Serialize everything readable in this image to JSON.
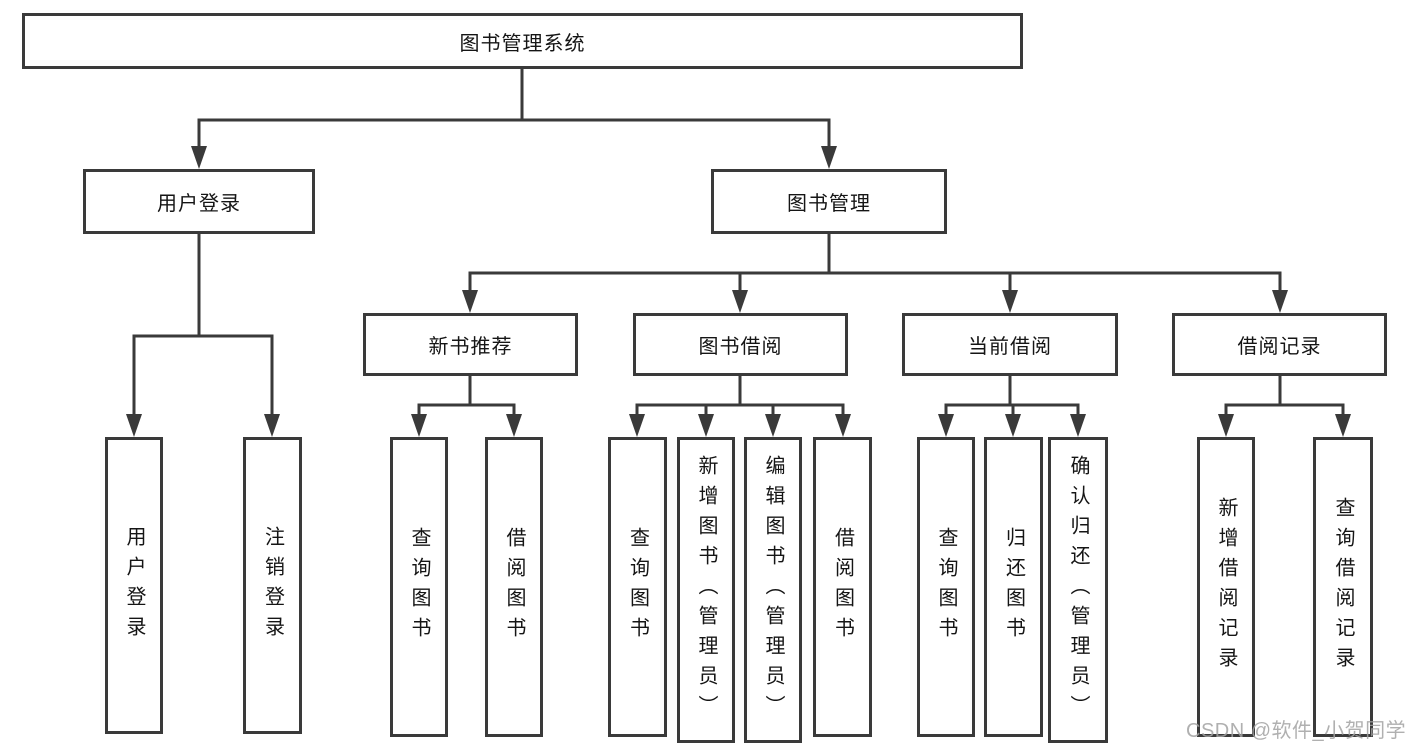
{
  "tree": {
    "root": {
      "label": "图书管理系统"
    },
    "branches": [
      {
        "label": "用户登录",
        "children": [
          {
            "label": "用户登录"
          },
          {
            "label": "注销登录"
          }
        ]
      },
      {
        "label": "图书管理",
        "children": [
          {
            "label": "新书推荐",
            "children": [
              {
                "label": "查询图书"
              },
              {
                "label": "借阅图书"
              }
            ]
          },
          {
            "label": "图书借阅",
            "children": [
              {
                "label": "查询图书"
              },
              {
                "label": "新增图书（管理员）"
              },
              {
                "label": "编辑图书（管理员）"
              },
              {
                "label": "借阅图书"
              }
            ]
          },
          {
            "label": "当前借阅",
            "children": [
              {
                "label": "查询图书"
              },
              {
                "label": "归还图书"
              },
              {
                "label": "确认归还（管理员）"
              }
            ]
          },
          {
            "label": "借阅记录",
            "children": [
              {
                "label": "新增借阅记录"
              },
              {
                "label": "查询借阅记录"
              }
            ]
          }
        ]
      }
    ]
  },
  "watermark": {
    "text": "CSDN @软件_小贺同学"
  },
  "colors": {
    "line": "#3a3a3a",
    "box_border": "#3a3a3a",
    "box_fill": "#ffffff",
    "text": "#151515",
    "watermark": "#a3a3a3",
    "background": "#ffffff"
  }
}
